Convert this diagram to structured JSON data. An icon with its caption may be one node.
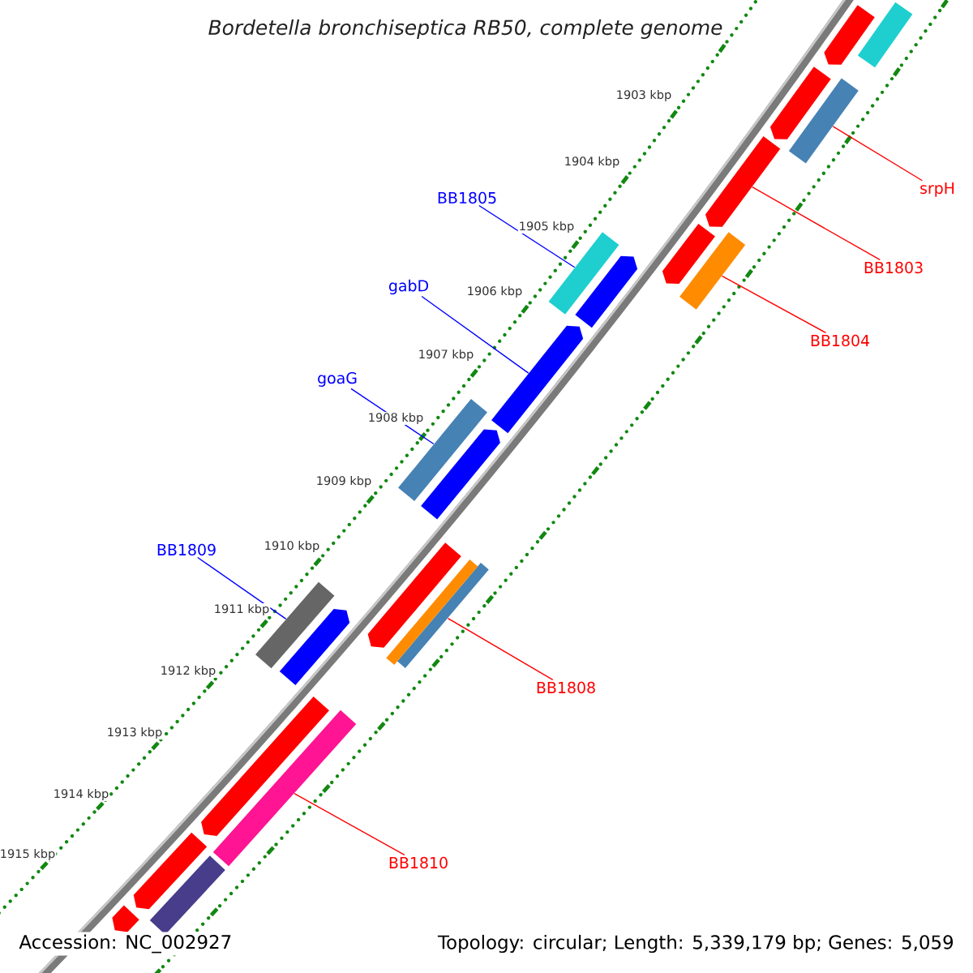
{
  "diagram": {
    "title": "Bordetella bronchiseptica RB50, complete genome",
    "nodes": [
      {
        "text": [
          "srpH"
        ]
      },
      {
        "text": [],
        "shape": "bar"
      },
      {
        "text": [
          "BB1805"
        ]
      },
      {
        "text": [],
        "shape": "bar"
      },
      {
        "text": [
          "BB1803"
        ]
      },
      {
        "text": [],
        "shape": "arrow"
      },
      {
        "text": [
          "gabD"
        ]
      },
      {
        "text": [],
        "shape": "arrow"
      },
      {
        "text": [
          "BB1804"
        ]
      },
      {
        "text": [],
        "shape": "bar"
      },
      {
        "text": [
          "goaG"
        ]
      },
      {
        "text": [],
        "shape": "bar"
      },
      {
        "text": [
          "BB1809"
        ]
      },
      {
        "text": [],
        "shape": "bar"
      },
      {
        "text": [
          "BB1808"
        ]
      },
      {
        "text": [],
        "shape": "bar"
      },
      {
        "text": [
          "BB1810"
        ]
      },
      {
        "text": [],
        "shape": "bar"
      },
      {
        "text": [],
        "shape": "arrow"
      },
      {
        "text": [],
        "shape": "bar"
      },
      {
        "text": [],
        "shape": "arrow"
      },
      {
        "text": [],
        "shape": "arrow"
      },
      {
        "text": [],
        "shape": "arrow"
      },
      {
        "text": [],
        "shape": "arrow"
      },
      {
        "text": [],
        "shape": "arrow"
      },
      {
        "text": [],
        "shape": "bar"
      },
      {
        "text": [],
        "shape": "arrow"
      },
      {
        "text": [],
        "shape": "arrow"
      },
      {
        "text": [],
        "shape": "arrow"
      },
      {
        "text": [],
        "shape": "bar"
      },
      {
        "text": [],
        "shape": "arrow"
      }
    ],
    "edges": [
      {
        "from": 0,
        "to": 1,
        "arrow": "none"
      },
      {
        "from": 2,
        "to": 3,
        "arrow": "none",
        "color": "#0000ff"
      },
      {
        "from": 4,
        "to": 5,
        "arrow": "none"
      },
      {
        "from": 6,
        "to": 7,
        "arrow": "none",
        "color": "#0000ff"
      },
      {
        "from": 8,
        "to": 9,
        "arrow": "none"
      },
      {
        "from": 10,
        "to": 11,
        "arrow": "none",
        "color": "#0000ff"
      },
      {
        "from": 12,
        "to": 13,
        "arrow": "none",
        "color": "#0000ff"
      },
      {
        "from": 14,
        "to": 15,
        "arrow": "none"
      },
      {
        "from": 16,
        "to": 17,
        "arrow": "none"
      }
    ],
    "labels": [
      "1903 kbp",
      "1904 kbp",
      "1905 kbp",
      "1906 kbp",
      "1907 kbp",
      "1908 kbp",
      "1909 kbp",
      "1910 kbp",
      "1911 kbp",
      "1912 kbp",
      "1913 kbp",
      "1914 kbp",
      "1915 kbp",
      "Accession: NC_002927",
      "Topology: circular; Length: 5,339,179 bp; Genes: 5,059"
    ]
  }
}
